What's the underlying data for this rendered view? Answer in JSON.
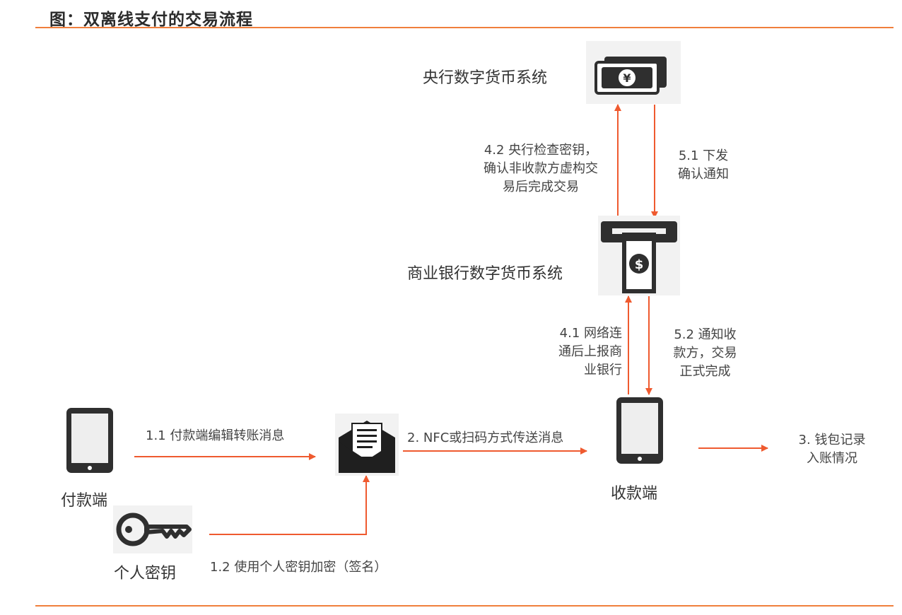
{
  "title": "图：双离线支付的交易流程",
  "colors": {
    "accent": "#f07f3c",
    "arrow": "#ef5a2f",
    "icon": "#2f2f2f",
    "icon_bg": "#f2f2f2"
  },
  "nodes": {
    "central_bank": {
      "label": "央行数字货币系统",
      "icon": "banknote-yuan-icon"
    },
    "commercial_bank": {
      "label": "商业银行数字货币系统",
      "icon": "atm-dollar-icon"
    },
    "payer": {
      "label": "付款端",
      "icon": "tablet-icon"
    },
    "payee": {
      "label": "收款端",
      "icon": "phone-icon"
    },
    "private_key": {
      "label": "个人密钥",
      "icon": "key-icon"
    },
    "message": {
      "icon": "envelope-message-icon"
    }
  },
  "steps": {
    "s1_1": [
      "1.1 付款端编辑转账消息"
    ],
    "s1_2": [
      "1.2 使用个人密钥加密（签名）"
    ],
    "s2": [
      "2. NFC或扫码方式传送消息"
    ],
    "s3": [
      "3. 钱包记录",
      "入账情况"
    ],
    "s4_1": [
      "4.1 网络连",
      "通后上报商",
      "业银行"
    ],
    "s4_2": [
      "4.2 央行检查密钥，",
      "确认非收款方虚构交",
      "易后完成交易"
    ],
    "s5_1": [
      "5.1 下发",
      "确认通知"
    ],
    "s5_2": [
      "5.2 通知收",
      "款方，交易",
      "正式完成"
    ]
  }
}
